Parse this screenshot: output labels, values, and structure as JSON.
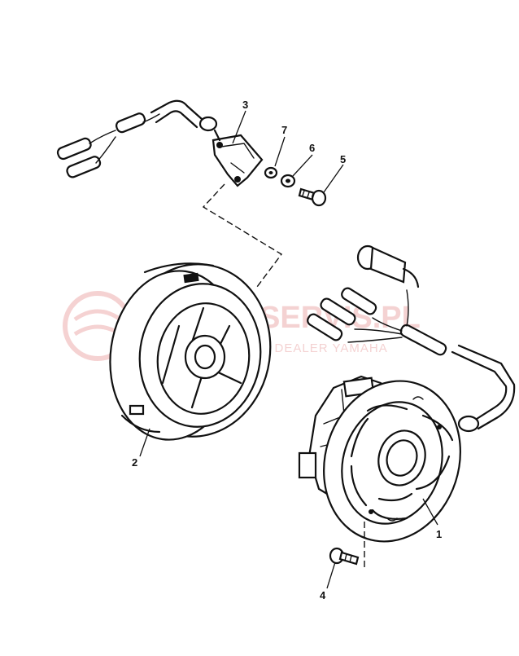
{
  "watermark": {
    "main_text": "YAMA-SERVIS.PL",
    "sub_text": "W. NICHOWICZ | DEALER YAMAHA"
  },
  "callouts": {
    "c1": "1",
    "c2": "2",
    "c3": "3",
    "c4": "4",
    "c5": "5",
    "c6": "6",
    "c7": "7"
  },
  "colors": {
    "ink": "#111111",
    "paper": "#ffffff",
    "watermark": "#f2c7c7"
  }
}
